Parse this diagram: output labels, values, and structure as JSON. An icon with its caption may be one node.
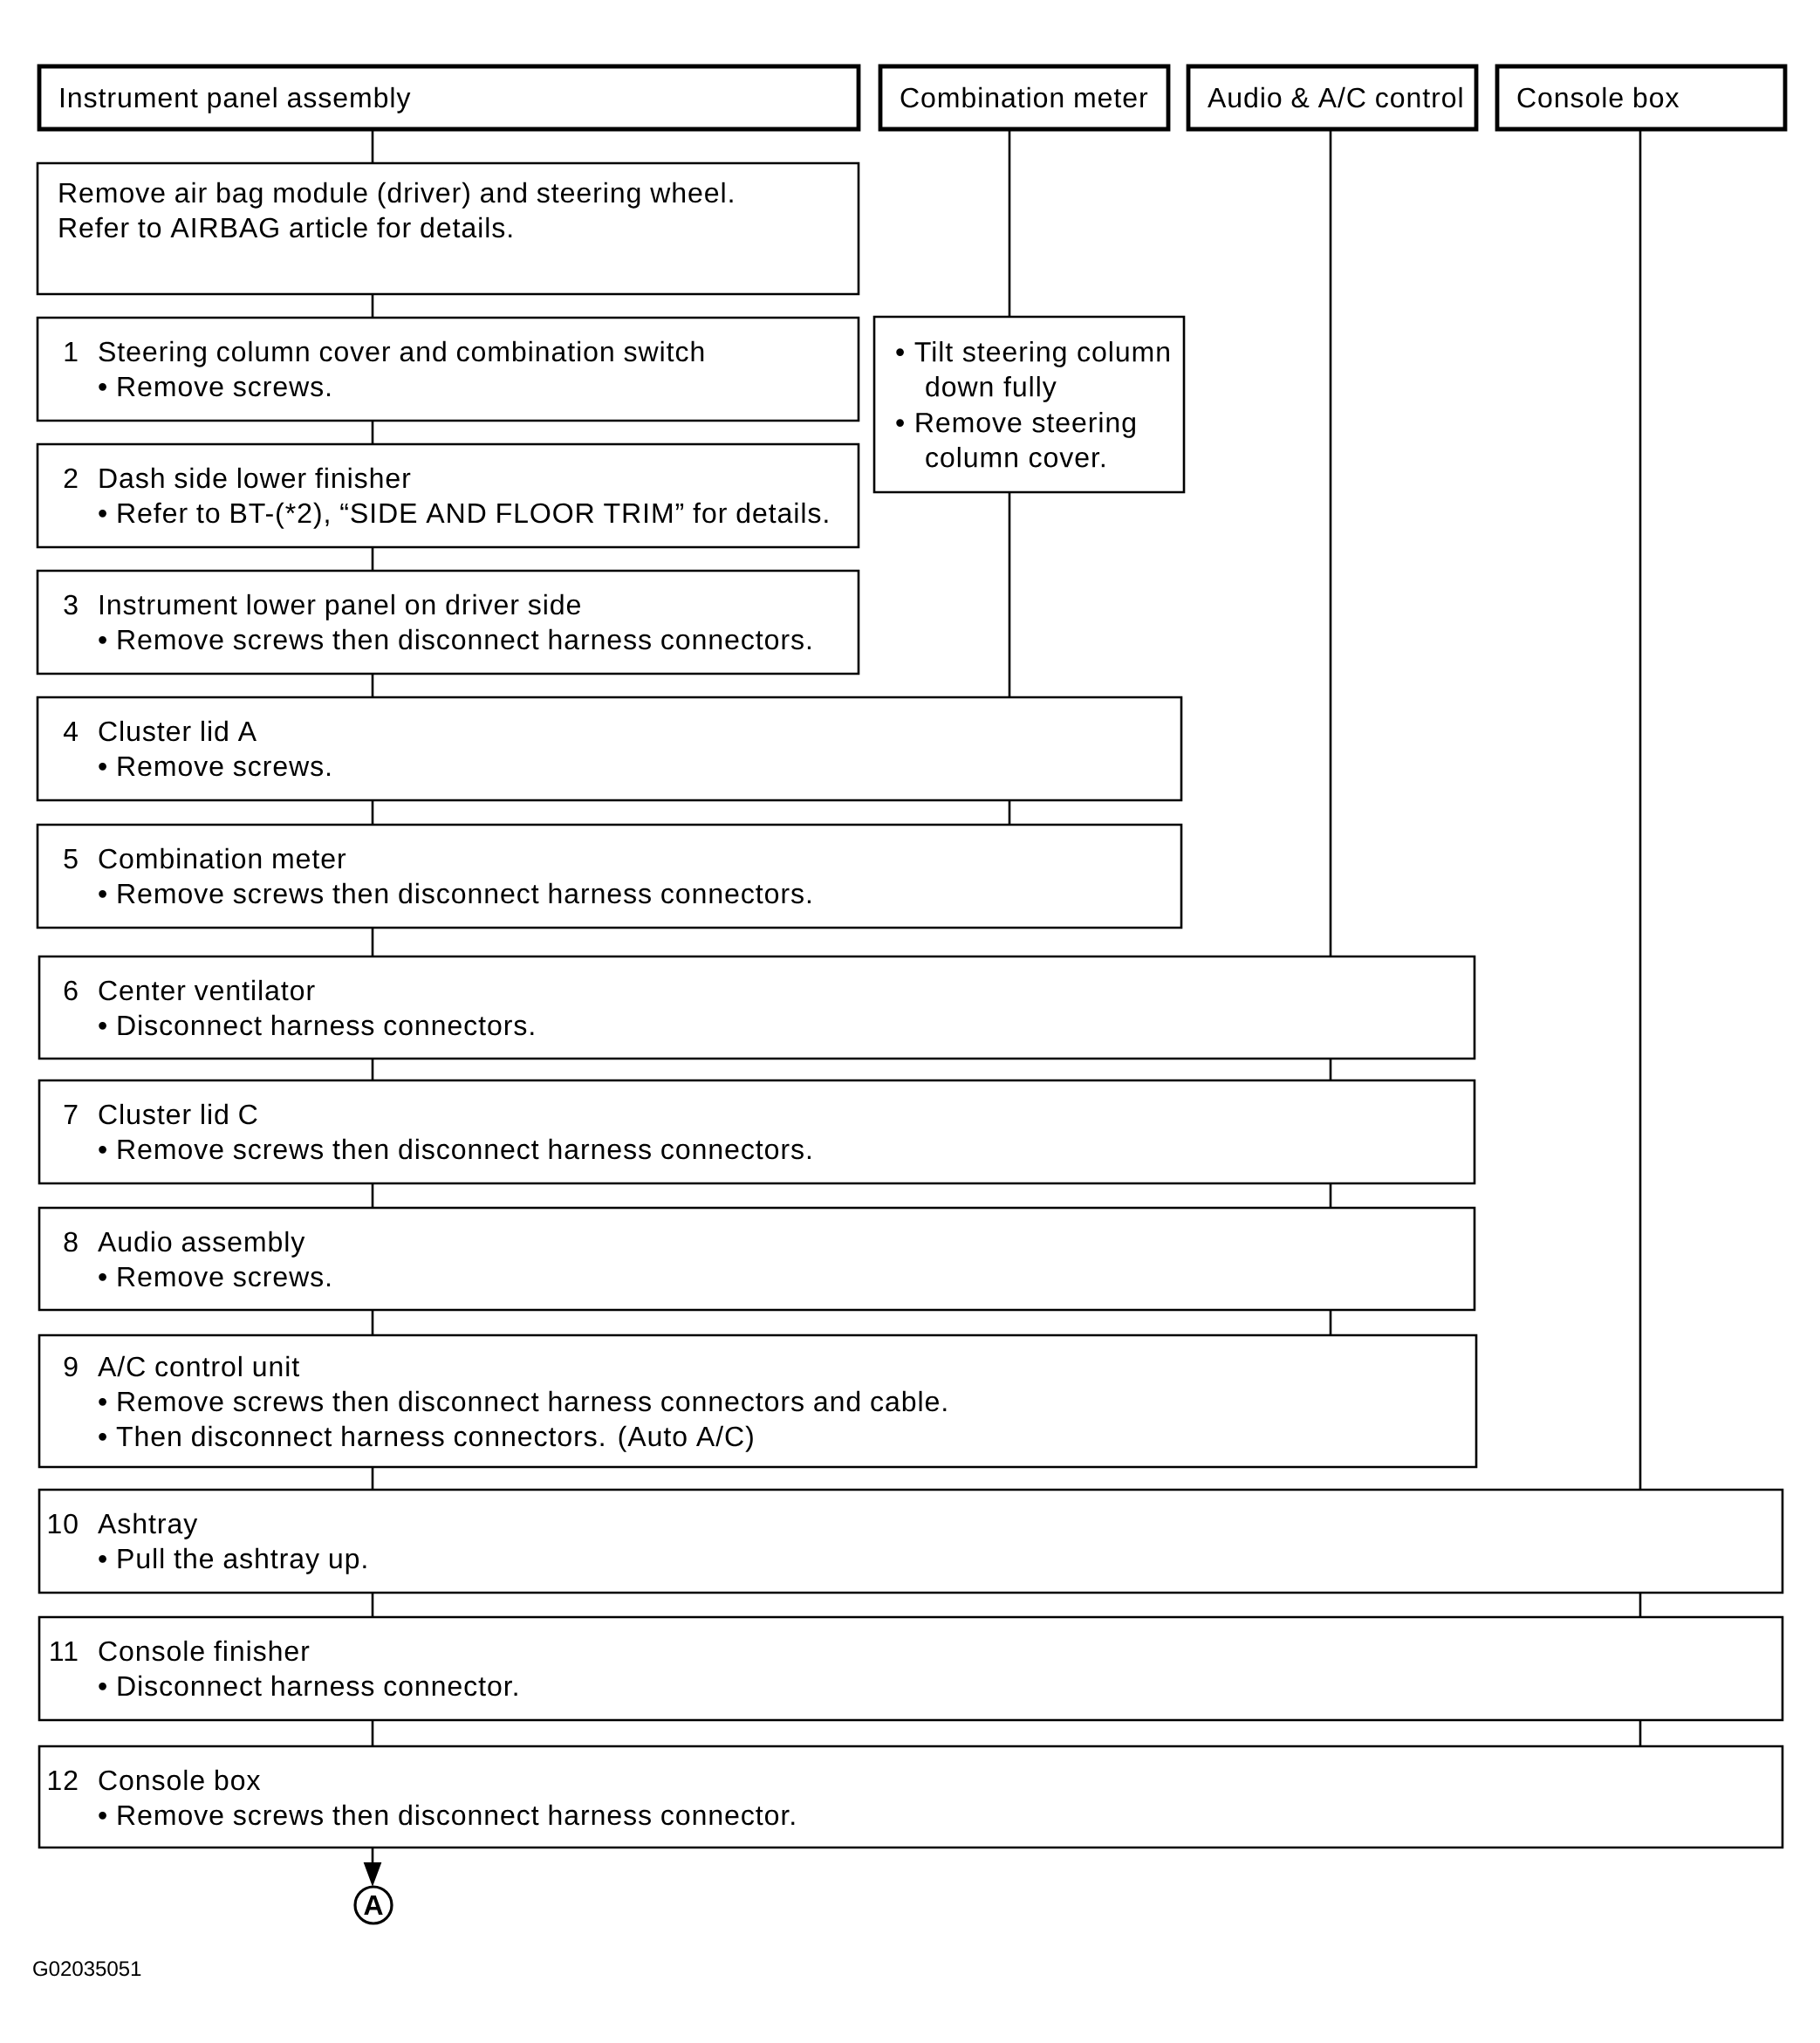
{
  "diagram": {
    "nodes": [
      {
        "text": [
          "Instrument panel assembly"
        ]
      },
      {
        "text": [
          "Combination meter"
        ]
      },
      {
        "text": [
          "Audio & A/C control"
        ]
      },
      {
        "text": [
          "Console box"
        ]
      },
      {
        "text": [
          "Remove air bag module (driver) and steering wheel.",
          "Refer to AIRBAG article for details."
        ]
      },
      {
        "text": [
          "1",
          "Steering column cover and combination switch",
          "• Remove screws."
        ]
      },
      {
        "text": [
          "• Tilt steering column down fully",
          "• Remove steering column cover."
        ]
      },
      {
        "text": [
          "2",
          "Dash side lower finisher",
          "• Refer to BT-(*2), “SIDE AND FLOOR TRIM” for details."
        ]
      },
      {
        "text": [
          "3",
          "Instrument lower panel on driver side",
          "• Remove screws then disconnect harness connectors."
        ]
      },
      {
        "text": [
          "4",
          "Cluster lid A",
          "• Remove screws."
        ]
      },
      {
        "text": [
          "5",
          "Combination meter",
          "• Remove screws then disconnect harness connectors."
        ]
      },
      {
        "text": [
          "6",
          "Center ventilator",
          "• Disconnect harness connectors."
        ]
      },
      {
        "text": [
          "7",
          "Cluster lid C",
          "• Remove screws then disconnect harness connectors."
        ]
      },
      {
        "text": [
          "8",
          "Audio assembly",
          "• Remove screws."
        ]
      },
      {
        "text": [
          "9",
          "A/C control unit",
          "• Remove screws then disconnect harness connectors and cable.",
          "• Then disconnect harness connectors. (Auto A/C)"
        ]
      },
      {
        "text": [
          "10",
          "Ashtray",
          "• Pull the ashtray up."
        ]
      },
      {
        "text": [
          "11",
          "Console finisher",
          "• Disconnect harness connector."
        ]
      },
      {
        "text": [
          "12",
          "Console box",
          "• Remove screws then disconnect harness connector."
        ]
      },
      {
        "text": [
          "A"
        ]
      }
    ],
    "edges": [
      {
        "from": 0,
        "to": 4,
        "arrow": "none"
      },
      {
        "from": 4,
        "to": 5,
        "arrow": "none"
      },
      {
        "from": 5,
        "to": 7,
        "arrow": "none"
      },
      {
        "from": 7,
        "to": 8,
        "arrow": "none"
      },
      {
        "from": 8,
        "to": 9,
        "arrow": "none"
      },
      {
        "from": 9,
        "to": 10,
        "arrow": "none"
      },
      {
        "from": 10,
        "to": 11,
        "arrow": "none"
      },
      {
        "from": 11,
        "to": 12,
        "arrow": "none"
      },
      {
        "from": 12,
        "to": 13,
        "arrow": "none"
      },
      {
        "from": 13,
        "to": 14,
        "arrow": "none"
      },
      {
        "from": 14,
        "to": 15,
        "arrow": "none"
      },
      {
        "from": 15,
        "to": 16,
        "arrow": "none"
      },
      {
        "from": 16,
        "to": 17,
        "arrow": "none"
      },
      {
        "from": 17,
        "to": 18,
        "arrow": "to"
      },
      {
        "from": 1,
        "to": 6,
        "arrow": "none"
      },
      {
        "from": 6,
        "to": 9,
        "arrow": "none"
      },
      {
        "from": 9,
        "to": 10,
        "arrow": "none"
      },
      {
        "from": 2,
        "to": 11,
        "arrow": "none"
      },
      {
        "from": 11,
        "to": 12,
        "arrow": "none"
      },
      {
        "from": 12,
        "to": 13,
        "arrow": "none"
      },
      {
        "from": 13,
        "to": 14,
        "arrow": "none"
      },
      {
        "from": 3,
        "to": 15,
        "arrow": "none"
      },
      {
        "from": 15,
        "to": 16,
        "arrow": "none"
      },
      {
        "from": 16,
        "to": 17,
        "arrow": "none"
      }
    ],
    "labels": [
      "G02035051"
    ]
  }
}
